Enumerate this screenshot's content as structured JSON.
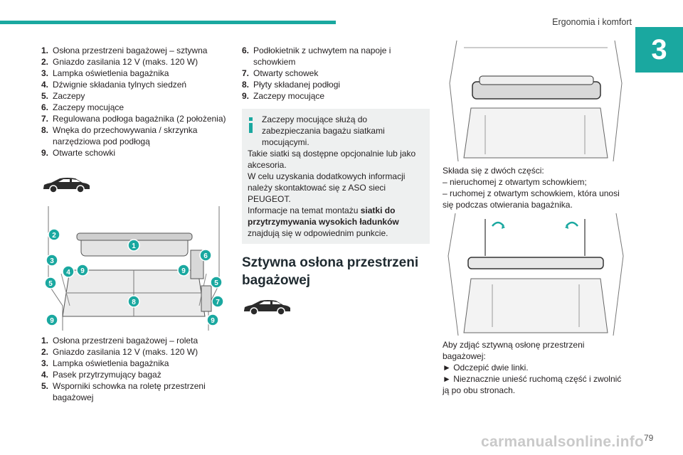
{
  "header": {
    "section_title": "Ergonomia i komfort",
    "chapter_number": "3"
  },
  "col1_list1": [
    {
      "n": "1.",
      "text": "Osłona przestrzeni bagażowej – sztywna"
    },
    {
      "n": "2.",
      "text": "Gniazdo zasilania 12 V (maks. 120 W)"
    },
    {
      "n": "3.",
      "text": "Lampka oświetlenia bagażnika"
    },
    {
      "n": "4.",
      "text": "Dźwignie składania tylnych siedzeń"
    },
    {
      "n": "5.",
      "text": "Zaczepy"
    },
    {
      "n": "6.",
      "text": "Zaczepy mocujące"
    },
    {
      "n": "7.",
      "text": "Regulowana podłoga bagażnika (2 położenia)"
    },
    {
      "n": "8.",
      "text": "Wnęka do przechowywania / skrzynka narzędziowa pod podłogą"
    },
    {
      "n": "9.",
      "text": "Otwarte schowki"
    }
  ],
  "col1_callouts": [
    "1",
    "2",
    "3",
    "4",
    "5",
    "6",
    "7",
    "8",
    "9"
  ],
  "col1_list2": [
    {
      "n": "1.",
      "text": "Osłona przestrzeni bagażowej – roleta"
    },
    {
      "n": "2.",
      "text": "Gniazdo zasilania 12 V (maks. 120 W)"
    },
    {
      "n": "3.",
      "text": "Lampka oświetlenia bagażnika"
    },
    {
      "n": "4.",
      "text": "Pasek przytrzymujący bagaż"
    },
    {
      "n": "5.",
      "text": "Wsporniki schowka na roletę przestrzeni bagażowej"
    }
  ],
  "col2_list": [
    {
      "n": "6.",
      "text": "Podłokietnik z uchwytem na napoje i schowkiem"
    },
    {
      "n": "7.",
      "text": "Otwarty schowek"
    },
    {
      "n": "8.",
      "text": "Płyty składanej podłogi"
    },
    {
      "n": "9.",
      "text": "Zaczepy mocujące"
    }
  ],
  "info": {
    "line1": "Zaczepy mocujące służą do zabezpieczania bagażu siatkami mocującymi.",
    "line2": "Takie siatki są dostępne opcjonalnie lub jako akcesoria.",
    "line3": "W celu uzyskania dodatkowych informacji należy skontaktować się z ASO sieci PEUGEOT.",
    "line4_pre": "Informacje na temat montażu ",
    "line4_bold": "siatki do przytrzymywania wysokich ładunków",
    "line4_post": " znajdują się w odpowiednim punkcie."
  },
  "section": {
    "title": "Sztywna osłona przestrzeni bagażowej"
  },
  "col3": {
    "intro": "Składa się z dwóch części:",
    "dash1": "– nieruchomej z otwartym schowkiem;",
    "dash2": "– ruchomej z otwartym schowkiem, która unosi się podczas otwierania bagażnika.",
    "remove_intro": "Aby zdjąć sztywną osłonę przestrzeni bagażowej:",
    "step1": "► Odczepić dwie linki.",
    "step2": "► Nieznacznie unieść ruchomą część i zwolnić ją po obu stronach."
  },
  "footer": {
    "page_number": "79",
    "watermark": "carmanualsonline.info"
  },
  "colors": {
    "accent": "#1aa8a0",
    "info_bg": "#eef0f0"
  },
  "icons": [
    "car-silhouette-icon",
    "info-icon"
  ]
}
